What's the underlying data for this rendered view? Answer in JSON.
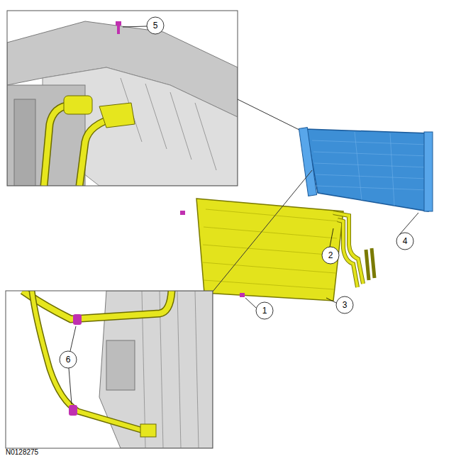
{
  "diagram": {
    "labels": [
      "5",
      "4",
      "2",
      "3",
      "1",
      "6",
      "N0128275"
    ]
  }
}
